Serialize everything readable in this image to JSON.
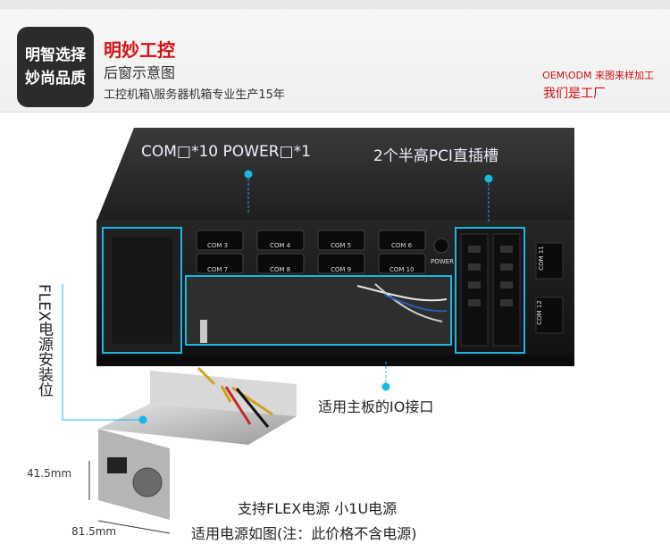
{
  "header": {
    "logo_line1": "明智选择",
    "logo_line2": "妙尚品质",
    "brand_title": "明妙工控",
    "subtitle": "后窗示意图",
    "description": "工控机箱\\服务器机箱专业生产15年",
    "oem_text": "OEM\\ODM 来图来样加工",
    "factory_text": "我们是工厂"
  },
  "annotations": {
    "com_power": "COM□*10  POWER□*1",
    "pci_slots": "2个半高PCI直插槽",
    "flex_install": "FLEX电源安装位",
    "io_port": "适用主板的IO接口",
    "support_psu": "支持FLEX电源 小1U电源",
    "psu_note": "适用电源如图(注：此价格不含电源)"
  },
  "com_labels": [
    "COM 3",
    "COM 4",
    "COM 5",
    "COM 6",
    "COM 7",
    "COM 8",
    "COM 9",
    "COM 10"
  ],
  "power_label": "POWER",
  "side_com": [
    "COM 11",
    "COM 12"
  ],
  "dimensions": {
    "height": "41.5mm",
    "width": "81.5mm"
  },
  "colors": {
    "accent_red": "#d40f14",
    "pointer_cyan": "#19b7e6",
    "case_dark": "#1c1c1c"
  }
}
